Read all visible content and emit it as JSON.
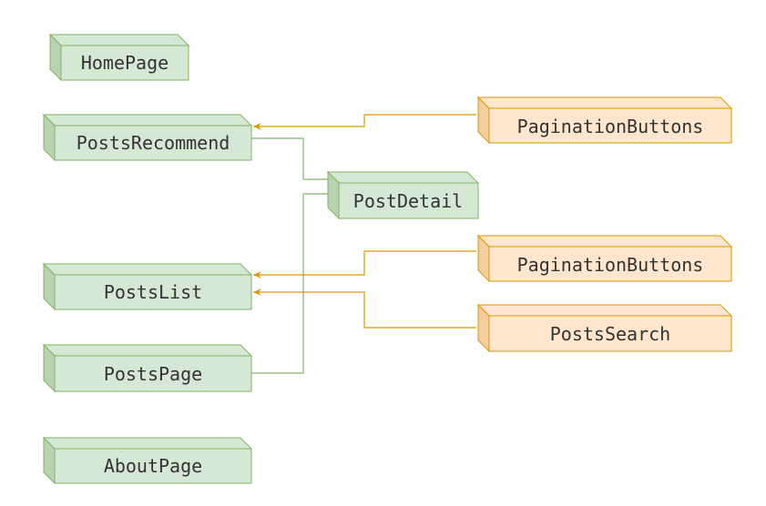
{
  "colors": {
    "green_fill": "#d5e8d4",
    "green_fill_dark": "#b9d3b2",
    "green_stroke": "#82b366",
    "orange_fill": "#ffe6cc",
    "orange_fill_dark": "#f3cd9f",
    "orange_stroke": "#d79b00",
    "text": "#333333"
  },
  "nodes": {
    "home_page": "HomePage",
    "posts_recommend": "PostsRecommend",
    "post_detail": "PostDetail",
    "posts_list": "PostsList",
    "posts_page": "PostsPage",
    "about_page": "AboutPage",
    "pagination_buttons_top": "PaginationButtons",
    "pagination_buttons_list": "PaginationButtons",
    "posts_search": "PostsSearch"
  }
}
